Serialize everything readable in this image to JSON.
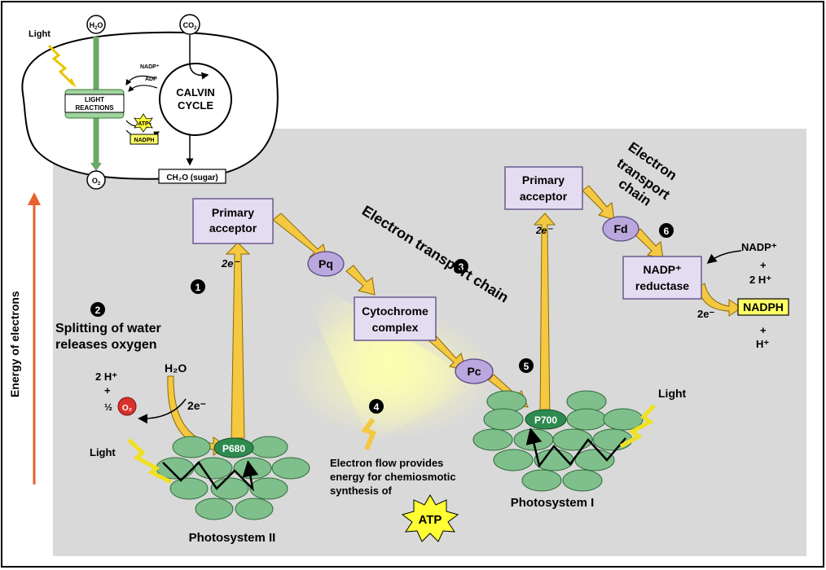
{
  "inset": {
    "light": "Light",
    "h2o": "H",
    "h2o_sub": "2",
    "h2o_end": "O",
    "co2": "CO",
    "co2_sub": "2",
    "nadp_plus": "NADP⁺",
    "adp": "ADP",
    "light_reactions_1": "LIGHT",
    "light_reactions_2": "REACTIONS",
    "calvin_1": "CALVIN",
    "calvin_2": "CYCLE",
    "atp": "ATP",
    "nadph": "NADPH",
    "o2": "O",
    "o2_sub": "2",
    "sugar": "CH₂O (sugar)"
  },
  "axis_label": "Energy of electrons",
  "psii": {
    "label": "Photosystem II",
    "reaction_center": "P680",
    "primary_acceptor_1": "Primary",
    "primary_acceptor_2": "acceptor",
    "step1": "1",
    "electrons": "2e⁻",
    "light": "Light",
    "h2o": "H₂O",
    "two_h": "2 H⁺",
    "plus": "+",
    "half": "½",
    "o2": "O₂",
    "two_e": "2e⁻",
    "step2": "2",
    "water_1": "Splitting of water",
    "water_2": "releases oxygen"
  },
  "etc1": {
    "title": "Electron transport chain",
    "step3": "3",
    "pq": "Pq",
    "cyto_1": "Cytochrome",
    "cyto_2": "complex",
    "pc": "Pc",
    "step4": "4",
    "flow_1": "Electron flow provides",
    "flow_2": "energy for chemiosmotic",
    "flow_3": "synthesis of",
    "atp": "ATP"
  },
  "psi": {
    "label": "Photosystem I",
    "reaction_center": "P700",
    "step5": "5",
    "primary_acceptor_1": "Primary",
    "primary_acceptor_2": "acceptor",
    "electrons": "2e⁻",
    "light": "Light"
  },
  "etc2": {
    "title_1": "Electron",
    "title_2": "transport",
    "title_3": "chain",
    "step6": "6",
    "fd": "Fd",
    "reductase_1": "NADP⁺",
    "reductase_2": "reductase",
    "nadp_in": "NADP⁺",
    "plus1": "+",
    "two_h": "2 H⁺",
    "two_e": "2e⁻",
    "nadph": "NADPH",
    "plus2": "+",
    "h": "H⁺"
  },
  "colors": {
    "background_panel": "#d9d9d9",
    "box_fill": "#e4dcf0",
    "carrier_fill": "#b9a7dd",
    "arrow_fill": "#f5c842",
    "disk_fill": "#7fbf8b",
    "reaction_center": "#2e8b4f",
    "axis_arrow": "#e8602c",
    "oxygen": "#d9312b",
    "atp_star": "#ffff33"
  }
}
